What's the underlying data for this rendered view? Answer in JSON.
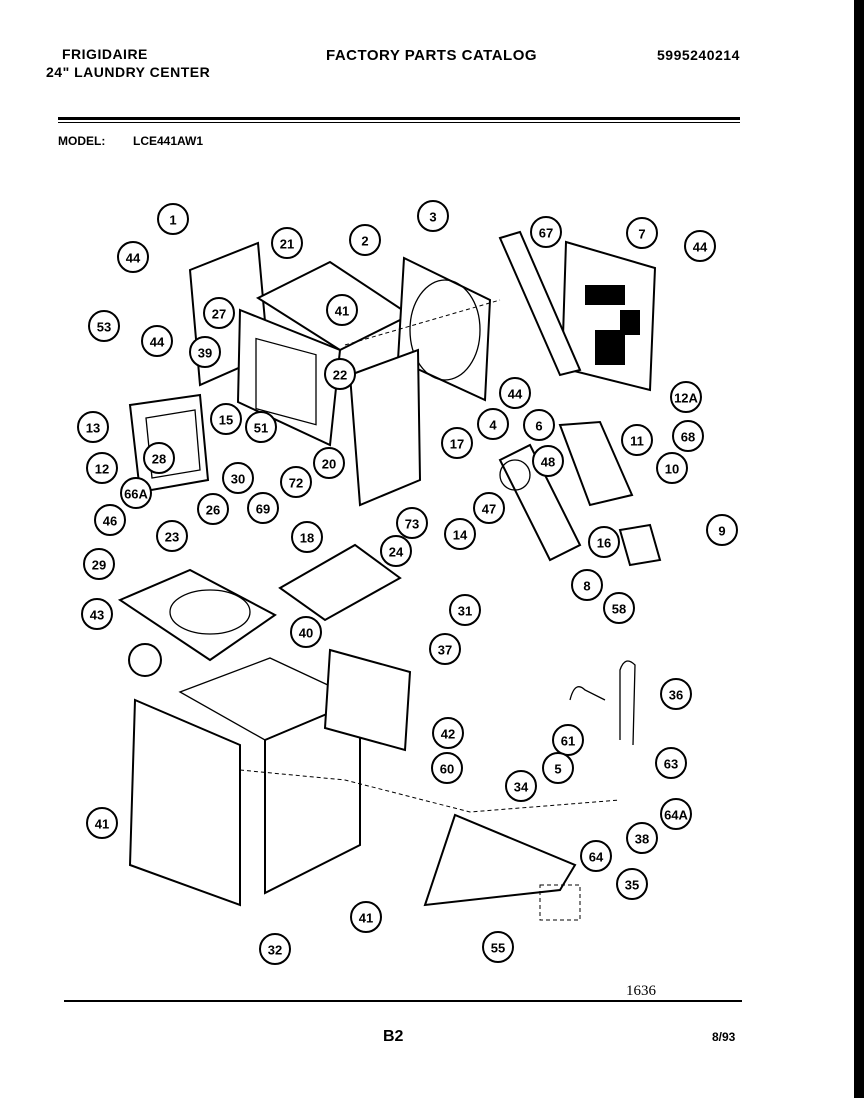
{
  "header": {
    "brand": "FRIGIDAIRE",
    "product": "24\" LAUNDRY CENTER",
    "title": "FACTORY  PARTS  CATALOG",
    "catalog_number": "5995240214"
  },
  "model": {
    "label": "MODEL:",
    "value": "LCE441AW1"
  },
  "footer": {
    "figure_number": "1636",
    "page": "B2",
    "date": "8/93"
  },
  "callouts": [
    "1",
    "21",
    "2",
    "3",
    "67",
    "7",
    "44",
    "44",
    "53",
    "44",
    "27",
    "41",
    "39",
    "22",
    "44",
    "12A",
    "68",
    "13",
    "15",
    "51",
    "20",
    "17",
    "4",
    "6",
    "11",
    "10",
    "28",
    "12",
    "30",
    "72",
    "73",
    "14",
    "48",
    "47",
    "66A",
    "46",
    "69",
    "26",
    "23",
    "18",
    "24",
    "16",
    "9",
    "58",
    "8",
    "29",
    "43",
    "31",
    "40",
    "37",
    "42",
    "36",
    "60",
    "61",
    "5",
    "63",
    "64A",
    "34",
    "38",
    "64",
    "41",
    "35",
    "55",
    "32",
    "41"
  ]
}
